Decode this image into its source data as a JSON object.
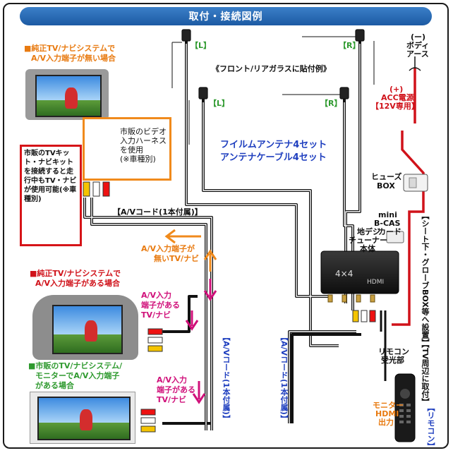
{
  "title": "取付・接続図例",
  "labels": {
    "genuine_no_av": [
      "■純正TV/ナビシステムで",
      "A/V入力端子が無い場合"
    ],
    "note_box": "市販のTVキット・ナビキットを接続すると走行中もTV・ナビが使用可能(※車種別)",
    "harness": [
      "市販のビデオ",
      "入力ハーネス",
      "を使用",
      "(※車種別)"
    ],
    "av_cord_top": "【A/Vコード(1本付属)】",
    "av_none": [
      "A/V入力端子が",
      "無いTV/ナビ"
    ],
    "genuine_av": [
      "■純正TV/ナビシステムで",
      "A/V入力端子がある場合"
    ],
    "av_has_1": [
      "A/V入力",
      "端子がある",
      "TV/ナビ"
    ],
    "market_tv": [
      "■市販のTV/ナビシステム/",
      "モニターでA/V入力端子",
      "がある場合"
    ],
    "av_has_2": [
      "A/V入力",
      "端子がある",
      "TV/ナビ"
    ],
    "av_cord_v1": "【A/Vコード(1本付属)】",
    "av_cord_v2": "【A/Vコード(1本付属)】",
    "ant_L1": "【L】",
    "ant_R1": "【R】",
    "ant_L2": "【L】",
    "ant_R2": "【R】",
    "glass": "《フロント/リアガラスに貼付例》",
    "film_antenna": [
      "フイルムアンテナ4セット",
      "アンテナケーブル4セット"
    ],
    "body_ground": [
      "(ー)",
      "ボディ",
      "アース"
    ],
    "acc_power": [
      "(+)",
      "ACC電源",
      "【12V専用】"
    ],
    "fuse_box": [
      "ヒューズ",
      "BOX"
    ],
    "bcas": [
      "mini",
      "B-CAS",
      "カード"
    ],
    "tuner": [
      "地デジ",
      "チューナー",
      "本体"
    ],
    "seat_note": "【シート下・グローブBOX等へ設置】",
    "remote_rx": [
      "リモコン",
      "受光部"
    ],
    "tv_near": "【TV周辺に取付】",
    "hdmi_out": [
      "モニター",
      "HDMI",
      "出力"
    ],
    "remote": "【リモコン】",
    "device_brand": "4×4",
    "device_model": "HDMI"
  },
  "colors": {
    "accent_blue": "#1c5aa3",
    "orange": "#e87a10",
    "magenta": "#d0107a",
    "red": "#d0121a",
    "green": "#2f9a2f",
    "text_blue": "#1f3fbf"
  }
}
